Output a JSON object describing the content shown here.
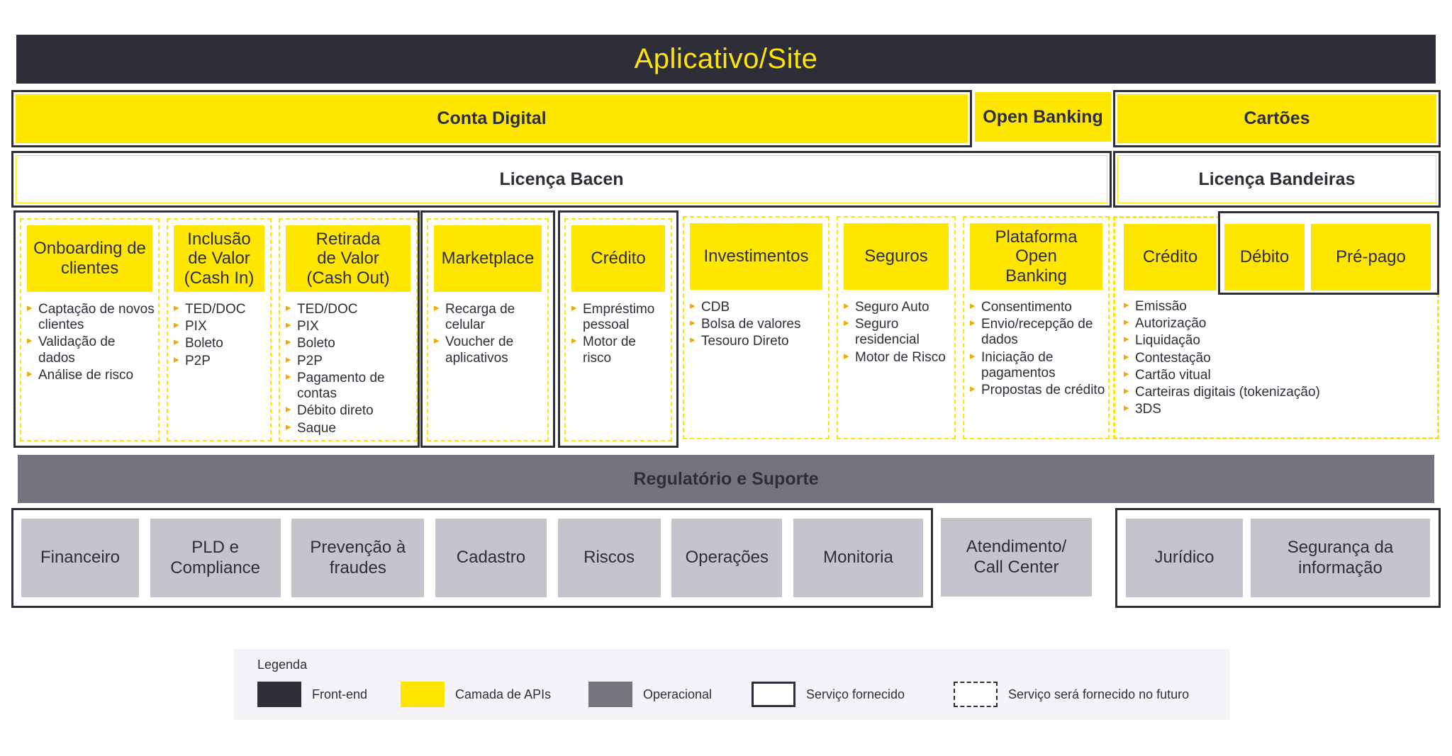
{
  "app": {
    "title": "Aplicativo/Site"
  },
  "products": {
    "conta_digital": "Conta Digital",
    "open_banking": "Open Banking",
    "cartoes": "Cartões"
  },
  "licenses": {
    "bacen": "Licença Bacen",
    "bandeiras": "Licença Bandeiras"
  },
  "api_columns": {
    "onboarding": {
      "title": "Onboarding de clientes",
      "items": [
        "Captação de novos clientes",
        "Validação de dados",
        "Análise de risco"
      ]
    },
    "cash_in": {
      "title": "Inclusão de Valor (Cash In)",
      "items": [
        "TED/DOC",
        "PIX",
        "Boleto",
        "P2P"
      ]
    },
    "cash_out": {
      "title": "Retirada de Valor (Cash Out)",
      "items": [
        "TED/DOC",
        "PIX",
        "Boleto",
        "P2P",
        "Pagamento de contas",
        "Débito direto",
        "Saque"
      ]
    },
    "marketplace": {
      "title": "Marketplace",
      "items": [
        "Recarga de celular",
        "Voucher de aplicativos"
      ]
    },
    "credito": {
      "title": "Crédito",
      "items": [
        "Empréstimo pessoal",
        "Motor de risco"
      ]
    },
    "investimentos": {
      "title": "Investimentos",
      "items": [
        "CDB",
        "Bolsa de valores",
        "Tesouro Direto"
      ]
    },
    "seguros": {
      "title": "Seguros",
      "items": [
        "Seguro Auto",
        "Seguro residencial",
        "Motor de Risco"
      ]
    },
    "plataforma_open_banking": {
      "title": "Plataforma Open Banking",
      "items": [
        "Consentimento",
        "Envio/recepção de dados",
        "Iniciação de pagamentos",
        "Propostas de crédito"
      ]
    },
    "cartoes_credito": {
      "title": "Crédito",
      "items": [
        "Emissão",
        "Autorização",
        "Liquidação",
        "Contestação",
        "Cartão vitual",
        "Carteiras digitais (tokenização)",
        "3DS"
      ]
    },
    "debito": {
      "title": "Débito"
    },
    "pre_pago": {
      "title": "Pré-pago"
    }
  },
  "support": {
    "bar_title": "Regulatório e Suporte",
    "provided_group_1": [
      "Financeiro",
      "PLD e Compliance",
      "Prevenção à fraudes",
      "Cadastro",
      "Riscos",
      "Operações",
      "Monitoria"
    ],
    "standalone_line1": "Atendimento/",
    "standalone_line2": "Call Center",
    "provided_group_2": [
      "Jurídico",
      "Segurança da informação"
    ]
  },
  "legend": {
    "title": "Legenda",
    "items": [
      {
        "swatch": "front-end-swatch",
        "label": "Front-end"
      },
      {
        "swatch": "apis-swatch",
        "label": "Camada de APIs"
      },
      {
        "swatch": "operational-swatch",
        "label": "Operacional"
      },
      {
        "swatch": "provided-service-swatch",
        "label": "Serviço fornecido"
      },
      {
        "swatch": "future-service-swatch",
        "label": "Serviço será fornecido no futuro"
      }
    ]
  },
  "colors": {
    "dark": "#2e2e38",
    "yellow": "#ffe600",
    "gray_bar": "#747480",
    "gray_box": "#c4c4cd",
    "legend_bg": "#f4f4f8",
    "bullet": "#f2a900"
  }
}
